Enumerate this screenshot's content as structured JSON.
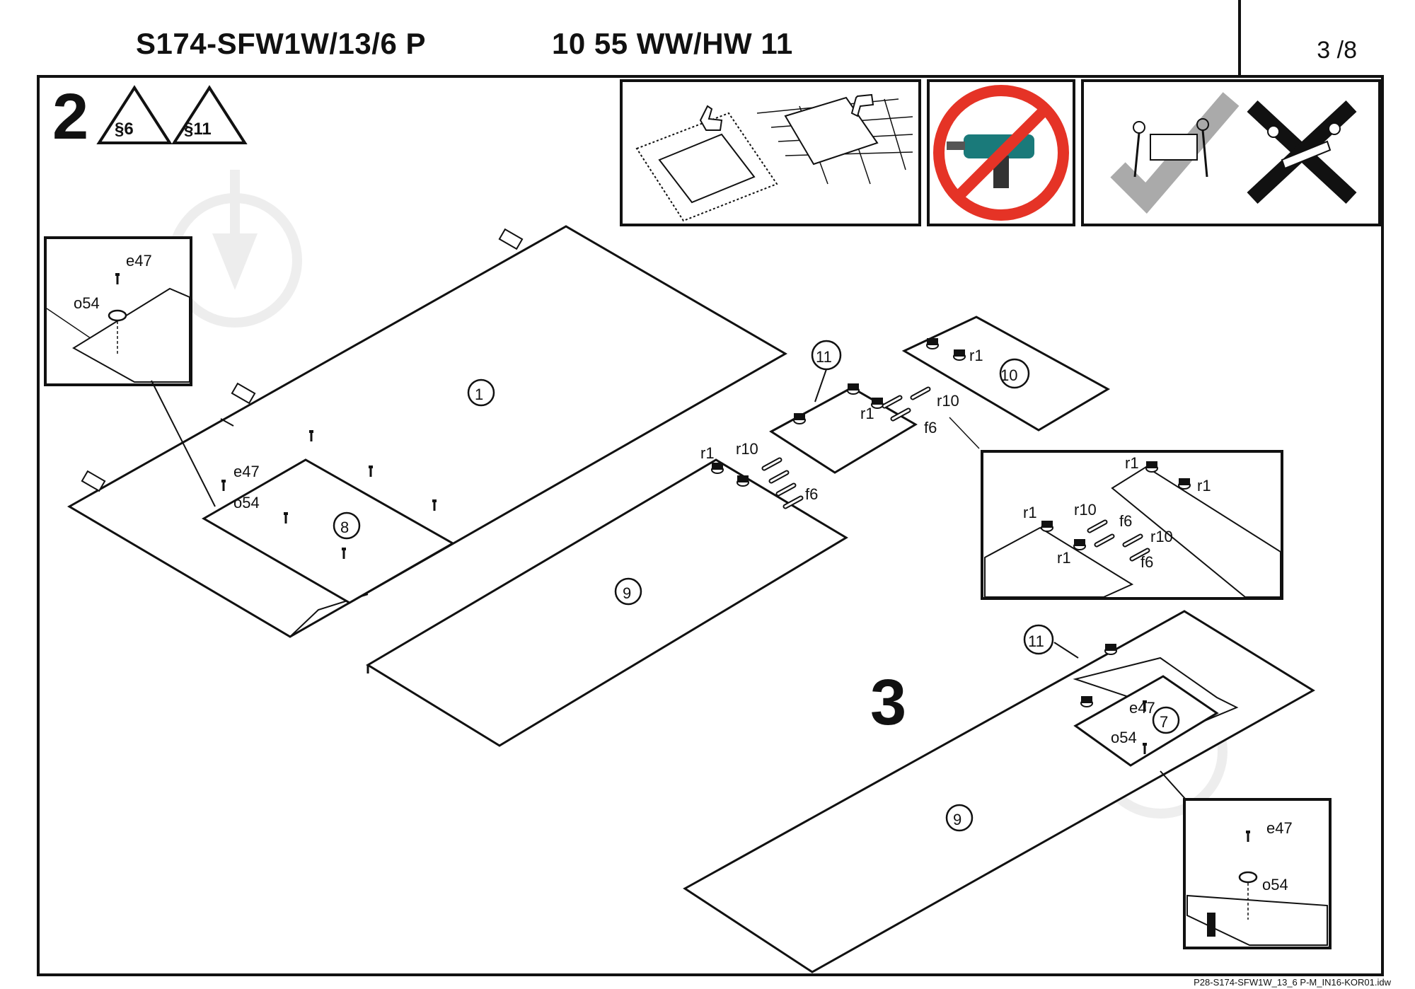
{
  "header": {
    "model_code": "S174-SFW1W/13/6 P",
    "color_code": "10 55 WW/HW 11",
    "page": "3 /8"
  },
  "steps": {
    "step2": "2",
    "step3": "3",
    "badge_a": "§6",
    "badge_b": "§11"
  },
  "parts": {
    "p1": "1",
    "p7": "7",
    "p8": "8",
    "p9": "9",
    "p10": "10",
    "p11": "11"
  },
  "hardware": {
    "e47": "e47",
    "o54": "o54",
    "r1": "r1",
    "r10": "r10",
    "f6": "f6"
  },
  "footer": "P28-S174-SFW1W_13_6 P-M_IN16-KOR01.idw",
  "icons": [
    "thumbs-up-icon",
    "thumbs-down-icon",
    "no-drill-icon",
    "carry-allowed-icon",
    "carry-forbidden-icon",
    "watermark-icon"
  ]
}
